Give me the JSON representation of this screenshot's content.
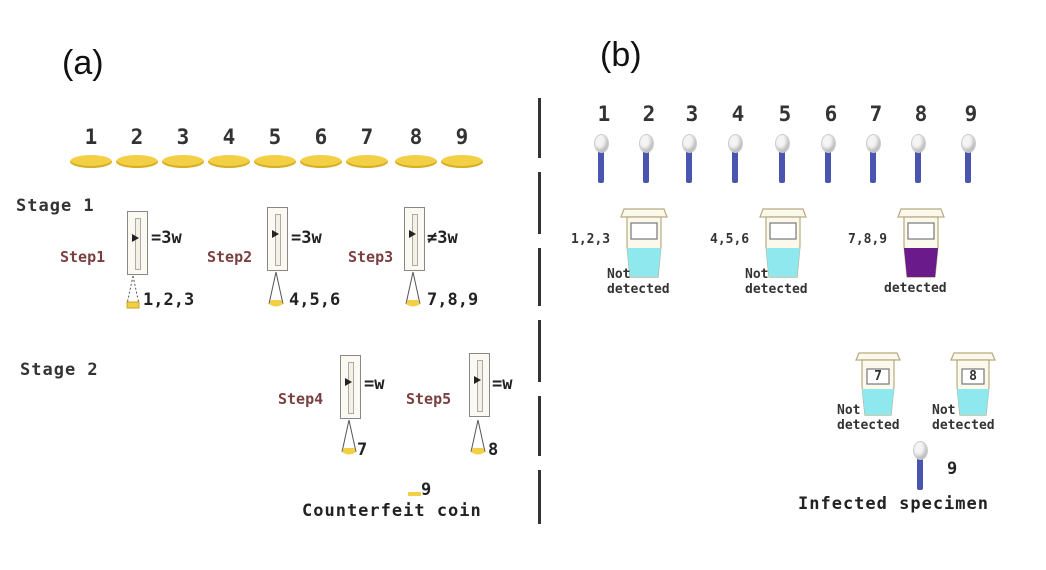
{
  "panels": {
    "a": "(a)",
    "b": "(b)"
  },
  "coin_numbers": [
    "1",
    "2",
    "3",
    "4",
    "5",
    "6",
    "7",
    "8",
    "9"
  ],
  "coin_color": "#f2cf45",
  "stage1": {
    "label": "Stage 1",
    "steps": [
      {
        "label": "Step1",
        "reading": "=3w",
        "coins": "1,2,3"
      },
      {
        "label": "Step2",
        "reading": "=3w",
        "coins": "4,5,6"
      },
      {
        "label": "Step3",
        "reading": "≠3w",
        "coins": "7,8,9"
      }
    ]
  },
  "stage2": {
    "label": "Stage 2",
    "steps": [
      {
        "label": "Step4",
        "reading": "=w",
        "coins": "7"
      },
      {
        "label": "Step5",
        "reading": "=w",
        "coins": "8"
      }
    ]
  },
  "counterfeit": {
    "number": "9",
    "caption": "Counterfeit coin"
  },
  "specimen_numbers": [
    "1",
    "2",
    "3",
    "4",
    "5",
    "6",
    "7",
    "8",
    "9"
  ],
  "swab_color": "#4a55b0",
  "tests_round1": [
    {
      "label": "1,2,3",
      "result_line1": "Not",
      "result_line2": "detected",
      "liquid": "#8ee8ee"
    },
    {
      "label": "4,5,6",
      "result_line1": "Not",
      "result_line2": "detected",
      "liquid": "#8ee8ee"
    },
    {
      "label": "7,8,9",
      "result_line1": "",
      "result_line2": "detected",
      "liquid": "#6a1a8a"
    }
  ],
  "tests_round2": [
    {
      "label": "7",
      "result_line1": "Not",
      "result_line2": "detected",
      "liquid": "#8ee8ee"
    },
    {
      "label": "8",
      "result_line1": "Not",
      "result_line2": "detected",
      "liquid": "#8ee8ee"
    }
  ],
  "infected": {
    "number": "9",
    "caption": "Infected specimen"
  }
}
